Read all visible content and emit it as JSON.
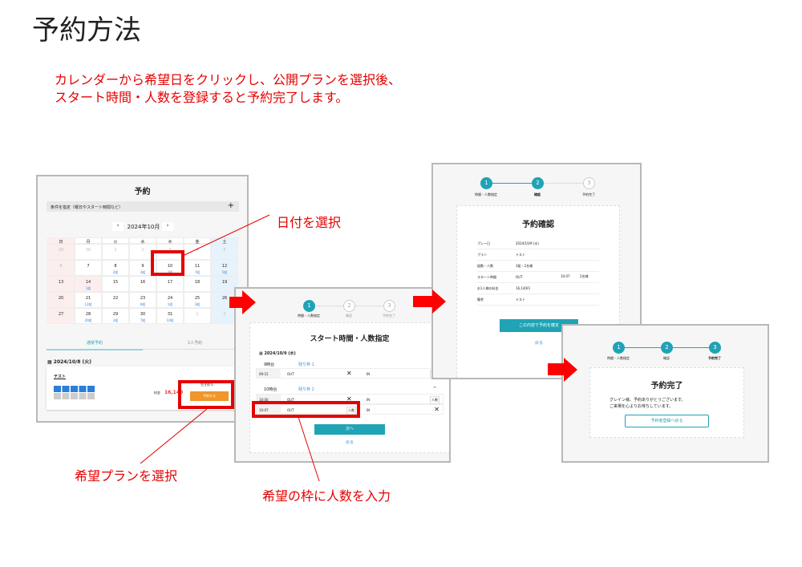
{
  "title": "予約方法",
  "lead": [
    "カレンダーから希望日をクリックし、公開プランを選択後、",
    "スタート時間・人数を登録すると予約完了します。"
  ],
  "callouts": {
    "date": "日付を選択",
    "plan": "希望プランを選択",
    "slot": "希望の枠に人数を入力"
  },
  "colors": {
    "accent": "#e60000",
    "teal": "#1fa3b5",
    "orange": "#f0962a"
  },
  "p1": {
    "heading": "予約",
    "filter": "条件を指定（曜日やスタート時間など）",
    "plus": "+",
    "prev": "‹",
    "month": "2024年10月",
    "next": "›",
    "weekdays": [
      "日",
      "月",
      "火",
      "水",
      "木",
      "金",
      "土"
    ],
    "days": [
      [
        "29",
        ""
      ],
      [
        "30",
        ""
      ],
      [
        "1",
        ""
      ],
      [
        "2",
        ""
      ],
      [
        "3",
        ""
      ],
      [
        "4",
        ""
      ],
      [
        "5",
        ""
      ],
      [
        "6",
        ""
      ],
      [
        "7",
        ""
      ],
      [
        "8",
        "2組"
      ],
      [
        "9",
        "3組"
      ],
      [
        "10",
        "2組"
      ],
      [
        "11",
        "7組"
      ],
      [
        "12",
        "5組"
      ],
      [
        "13",
        ""
      ],
      [
        "14",
        "1組"
      ],
      [
        "15",
        ""
      ],
      [
        "16",
        ""
      ],
      [
        "17",
        ""
      ],
      [
        "18",
        ""
      ],
      [
        "19",
        ""
      ],
      [
        "20",
        ""
      ],
      [
        "21",
        "12組"
      ],
      [
        "22",
        ""
      ],
      [
        "23",
        "6組"
      ],
      [
        "24",
        "1組"
      ],
      [
        "25",
        "3組"
      ],
      [
        "26",
        ""
      ],
      [
        "27",
        ""
      ],
      [
        "28",
        "20組"
      ],
      [
        "29",
        "2組"
      ],
      [
        "30",
        "7組"
      ],
      [
        "31",
        "10組"
      ],
      [
        "1",
        ""
      ],
      [
        "2",
        ""
      ]
    ],
    "tab1": "通常予約",
    "tab2": "1人予約",
    "date": "2024/10/8 (火)",
    "plan": "テスト",
    "price_label": "料金",
    "price": "16,140",
    "slots": "空き枠 6",
    "book": "予約する"
  },
  "steps": [
    "時間・人数指定",
    "確認",
    "予約完了"
  ],
  "p2": {
    "heading": "スタート時間・人数指定",
    "date": "2024/10/9 (水)",
    "groups": [
      {
        "hour": "9時台",
        "remain": "残り枠 1"
      },
      {
        "hour": "10時台",
        "remain": "残り枠 2"
      }
    ],
    "rows": [
      {
        "time": "09:15",
        "out": "OUT",
        "in": "IN"
      },
      {
        "time": "10:00",
        "out": "OUT",
        "in": "IN"
      },
      {
        "time": "10:07",
        "out": "OUT",
        "in": "IN"
      }
    ],
    "people": "人数",
    "next": "次へ",
    "back": "戻る"
  },
  "p3": {
    "heading": "予約確認",
    "rows": [
      [
        "プレー日",
        "2024/10/9 (水)"
      ],
      [
        "プラン",
        "テスト"
      ],
      [
        "組数・人数",
        "1組・2名様"
      ],
      [
        "スタート時間",
        "OUT"
      ],
      [
        "お1人様の料金",
        "16,140円"
      ],
      [
        "備考",
        "テスト"
      ]
    ],
    "start_time": "10:07",
    "start_people": "2名様",
    "confirm": "この内容で予約を確定",
    "back": "戻る"
  },
  "p4": {
    "heading": "予約完了",
    "msg1": "グレイン様、予約ありがとうございます。",
    "msg2": "ご来場を心よりお待ちしています。",
    "return": "予約者登録へ戻る"
  }
}
